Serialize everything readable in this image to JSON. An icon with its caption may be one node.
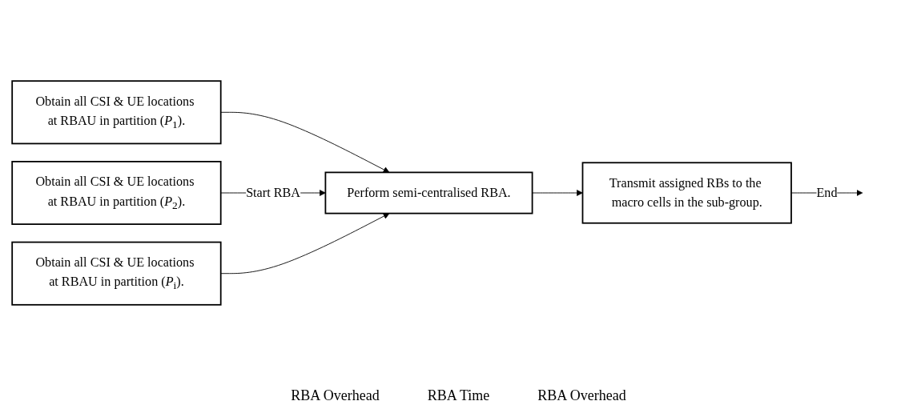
{
  "diagram": {
    "nodes": [
      {
        "text": [
          "Obtain all CSI & UE locations at RBAU in partition (*P*$_{1}$)."
        ]
      },
      {
        "text": [
          "Obtain all CSI & UE locations at RBAU in partition (*P*$_{2}$)."
        ]
      },
      {
        "text": [
          "Obtain all CSI & UE locations at RBAU in partition (*P*$_{i}$)."
        ]
      },
      {
        "text": [
          "Perform semi-centralised RBA."
        ]
      },
      {
        "text": [
          "Transmit assigned RBs to the macro cells in the sub-group."
        ]
      }
    ],
    "edges": [
      {
        "from": 0,
        "to": 3,
        "arrow": "to"
      },
      {
        "from": 1,
        "to": 3,
        "arrow": "to",
        "label": "Start RBA"
      },
      {
        "from": 2,
        "to": 3,
        "arrow": "to"
      },
      {
        "from": 3,
        "to": 4,
        "arrow": "to"
      },
      {
        "from": 4,
        "to": null,
        "arrow": "to",
        "label": "End"
      }
    ],
    "labels": [
      "RBA Overhead",
      "RBA Time",
      "RBA Overhead"
    ]
  }
}
